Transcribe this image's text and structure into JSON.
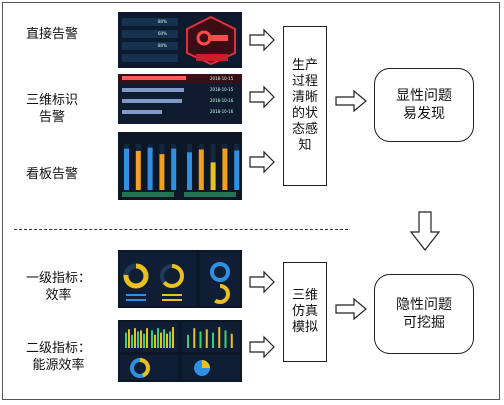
{
  "left_labels": {
    "direct": "直接告警",
    "three_d_line1": "三维标识",
    "three_d_line2": "告警",
    "kanban": "看板告警",
    "level1_line1": "一级指标：",
    "level1_line2": "效率",
    "level2_line1": "二级指标：",
    "level2_line2": "能源效率"
  },
  "mid_boxes": {
    "top": [
      "生产",
      "过程",
      "清晰",
      "的状",
      "态感",
      "知"
    ],
    "bottom": [
      "三维",
      "仿真",
      "模拟"
    ]
  },
  "right_boxes": {
    "top": [
      "显性问题",
      "易发现"
    ],
    "bottom": [
      "隐性问题",
      "可挖掘"
    ]
  },
  "thumbnails": {
    "direct_values": [
      "80%",
      "60%",
      "80%"
    ],
    "list_dates": [
      "2018-10-15",
      "2018-10-15",
      "2018-10-16",
      "2018-10-16"
    ],
    "kanban_bars": [
      0.9,
      0.85,
      0.92,
      0.78,
      0.9,
      0.82,
      0.88,
      0.6,
      0.9,
      0.86
    ],
    "bars_a": [
      0.7,
      0.85,
      0.6,
      0.9,
      0.75,
      0.8,
      0.65,
      0.9
    ],
    "bars_b": [
      0.8,
      0.6,
      0.9,
      0.7,
      0.85,
      0.65,
      0.75,
      0.95
    ],
    "bars_c": [
      0.6,
      0.9,
      0.75,
      0.85,
      0.7,
      0.95,
      0.8,
      0.65
    ]
  },
  "colors": {
    "dark_panel": "#0d1a2e",
    "alert_red": "#c8202a",
    "bar_blue": "#2f8fe0",
    "bar_orange": "#f0a020",
    "bar_green": "#3ccf7a",
    "bar_yellow": "#e8c020"
  }
}
